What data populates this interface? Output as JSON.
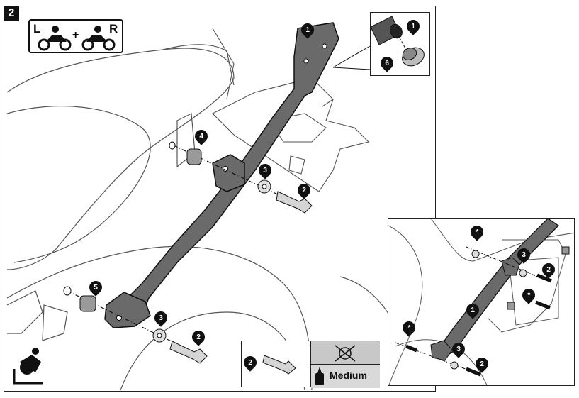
{
  "step": {
    "number": "2"
  },
  "side_indicator": {
    "left_letter": "L",
    "plus": "+",
    "right_letter": "R"
  },
  "callouts": {
    "main": [
      {
        "label": "1"
      },
      {
        "label": "4"
      },
      {
        "label": "3"
      },
      {
        "label": "2"
      },
      {
        "label": "5"
      },
      {
        "label": "3"
      },
      {
        "label": "2"
      }
    ],
    "inset_top": [
      {
        "label": "1"
      },
      {
        "label": "6"
      }
    ],
    "inset_bottom": [
      {
        "label": "*"
      },
      {
        "label": "3"
      },
      {
        "label": "2"
      },
      {
        "label": "*"
      },
      {
        "label": "1"
      },
      {
        "label": "*"
      },
      {
        "label": "3"
      },
      {
        "label": "2"
      }
    ],
    "legend": [
      {
        "label": "2"
      }
    ]
  },
  "legend": {
    "thread_lock_strength": "Medium"
  },
  "icons": [
    "motorcycle-left-icon",
    "motorcycle-right-icon",
    "no-grease-icon",
    "thread-locker-icon",
    "motorcycle-corner-icon"
  ]
}
